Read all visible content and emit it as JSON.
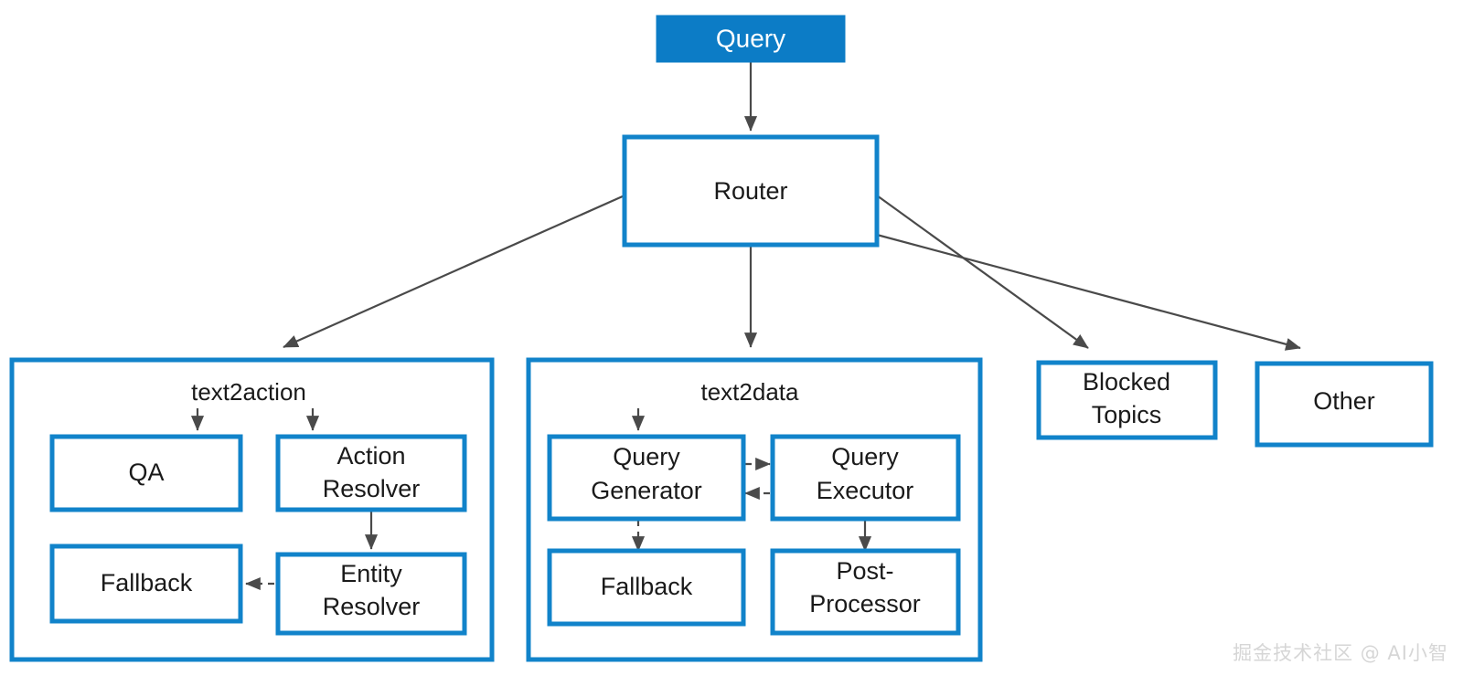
{
  "diagram": {
    "title_node": {
      "label": "Query"
    },
    "router_node": {
      "label": "Router"
    },
    "groups": [
      {
        "id": "text2action",
        "label": "text2action",
        "nodes": [
          {
            "id": "qa",
            "label": "QA"
          },
          {
            "id": "action-resolver",
            "line1": "Action",
            "line2": "Resolver"
          },
          {
            "id": "fallback-action",
            "label": "Fallback"
          },
          {
            "id": "entity-resolver",
            "line1": "Entity",
            "line2": "Resolver"
          }
        ]
      },
      {
        "id": "text2data",
        "label": "text2data",
        "nodes": [
          {
            "id": "query-generator",
            "line1": "Query",
            "line2": "Generator"
          },
          {
            "id": "query-executor",
            "line1": "Query",
            "line2": "Executor"
          },
          {
            "id": "fallback-data",
            "label": "Fallback"
          },
          {
            "id": "post-processor",
            "line1": "Post-",
            "line2": "Processor"
          }
        ]
      }
    ],
    "terminal_nodes": [
      {
        "id": "blocked-topics",
        "line1": "Blocked",
        "line2": "Topics"
      },
      {
        "id": "other",
        "label": "Other"
      }
    ],
    "colors": {
      "accent": "#0c7cc6",
      "border": "#1183ca",
      "edge": "#4a4a4a",
      "text": "#1a1a1a",
      "background": "#ffffff",
      "watermark": "#d6d6d6"
    },
    "edge_styles": {
      "solid": "solid",
      "dashed": "dashed"
    }
  },
  "watermark": {
    "text": "掘金技术社区 @ AI小智"
  }
}
